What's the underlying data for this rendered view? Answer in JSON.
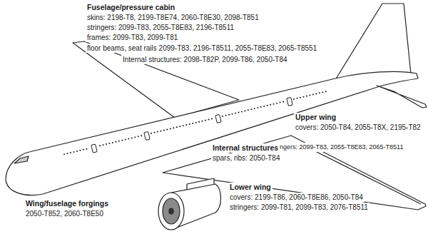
{
  "diagram": {
    "labels": [
      "Fuselage/pressure cabin",
      "skins: 2198-T8, 2199-T8E74, 2060-T8E30, 2098-T851",
      "stringers: 2099-T83, 2055-T8E83, 2196-T8511",
      "frames: 2099-T83, 2099-T81",
      "floor beams, seat rails 2099-T83, 2196-T8511, 2055-T8E83, 2065-T8551",
      "Internal structures: 2098-T82P, 2099-T86, 2050-T84",
      "Upper wing",
      "covers: 2050-T84, 2055-T8X, 2195-T82",
      "stringers: 2099-T83, 2055-T8E83, 2065-T8511",
      "Internal structures",
      "spars, ribs: 2050-T84",
      "Wing/fuselage forgings",
      "2050-T852, 2060-T8E50",
      "Lower wing",
      "covers: 2199-T86, 2060-T8E86, 2050-T84",
      "stringers: 2099-T81, 2099-T83, 2076-T8511"
    ]
  }
}
